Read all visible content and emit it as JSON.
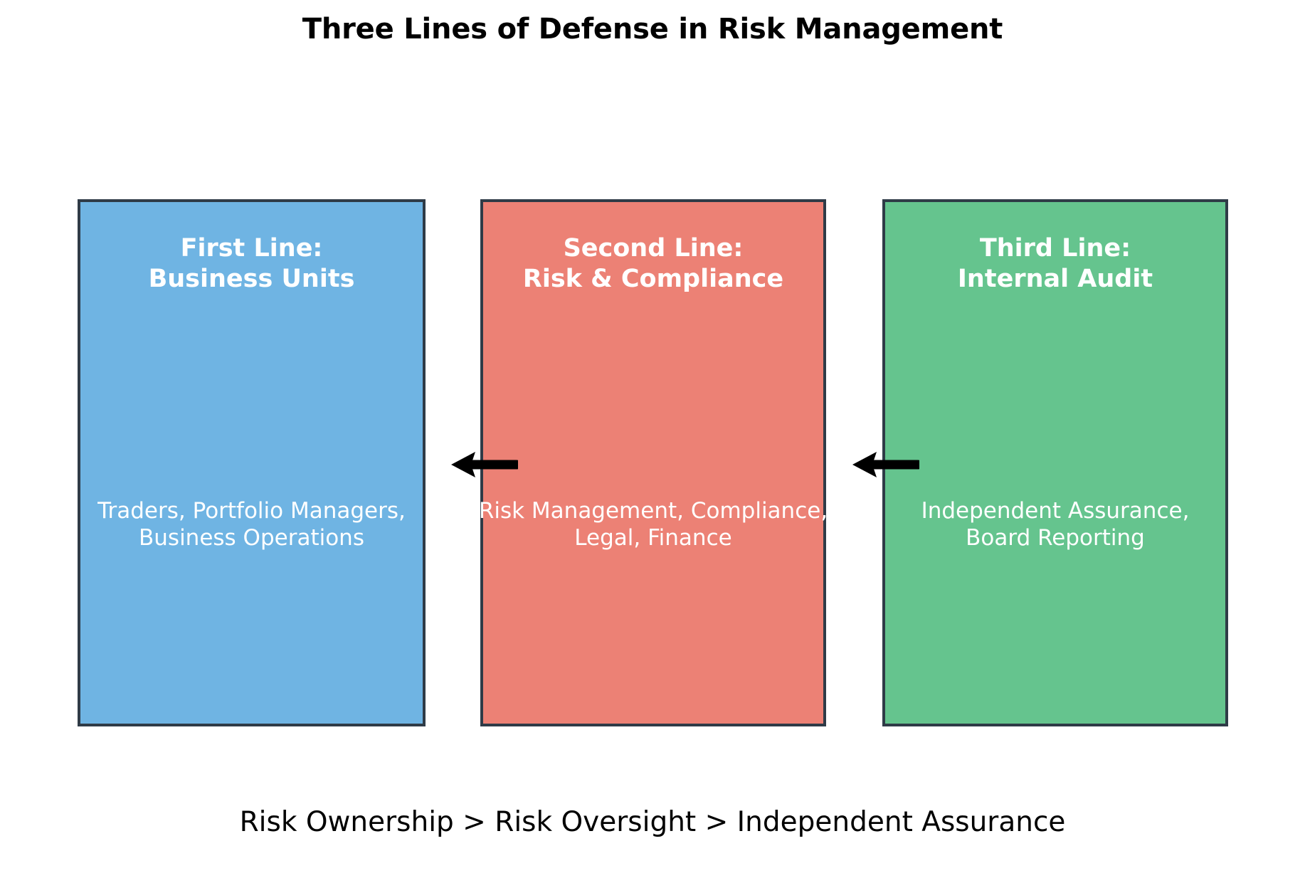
{
  "diagram": {
    "title": "Three Lines of Defense in Risk Management",
    "caption": "Risk Ownership > Risk Oversight > Independent Assurance",
    "background_color": "#ffffff",
    "border_color": "#2f3b47",
    "text_color": "#ffffff",
    "arrow_color": "#000000",
    "arrow_direction": "left",
    "boxes": [
      {
        "id": "first-line",
        "title": "First Line:\nBusiness Units",
        "title_line_1": "First Line:",
        "title_line_2": "Business Units",
        "body": "Traders, Portfolio Managers,\nBusiness Operations",
        "body_line_1": "Traders, Portfolio Managers,",
        "body_line_2": "Business Operations",
        "fill_color": "#6fb4e3"
      },
      {
        "id": "second-line",
        "title": "Second Line:\nRisk & Compliance",
        "title_line_1": "Second Line:",
        "title_line_2": "Risk & Compliance",
        "body": "Risk Management, Compliance,\nLegal, Finance",
        "body_line_1": "Risk Management, Compliance,",
        "body_line_2": "Legal, Finance",
        "fill_color": "#ec8175"
      },
      {
        "id": "third-line",
        "title": "Third Line:\nInternal Audit",
        "title_line_1": "Third Line:",
        "title_line_2": "Internal Audit",
        "body": "Independent Assurance,\nBoard Reporting",
        "body_line_1": "Independent Assurance,",
        "body_line_2": "Board Reporting",
        "fill_color": "#65c48e"
      }
    ],
    "arrows": [
      {
        "id": "arrow-second-to-first",
        "from": "second-line",
        "to": "first-line",
        "direction": "left"
      },
      {
        "id": "arrow-third-to-second",
        "from": "third-line",
        "to": "second-line",
        "direction": "left"
      }
    ]
  }
}
